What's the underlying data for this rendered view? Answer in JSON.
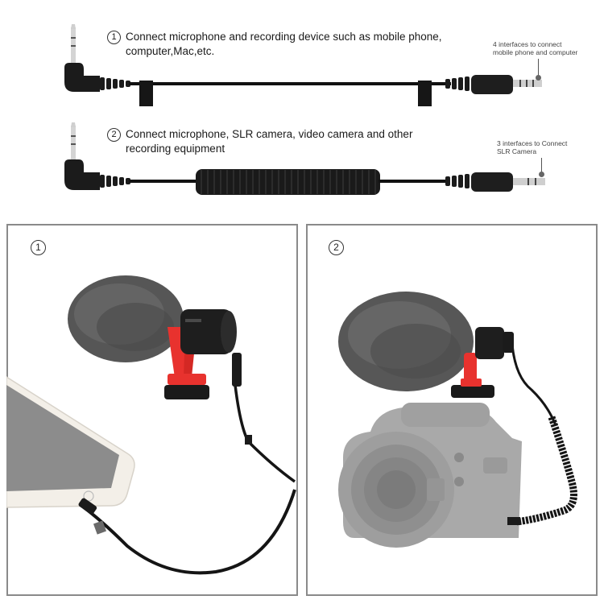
{
  "diagram": {
    "cables": [
      {
        "id": 1,
        "number": "1",
        "description_line1": "Connect microphone and recording device such as mobile phone,",
        "description_line2": "computer,Mac,etc.",
        "cable_type": "straight",
        "plug_end_label_line1": "4 interfaces to connect",
        "plug_end_label_line2": "mobile phone and computer",
        "plug_rings": 4
      },
      {
        "id": 2,
        "number": "2",
        "description_line1": "Connect microphone, SLR camera, video camera and other",
        "description_line2": "recording equipment",
        "cable_type": "coiled",
        "plug_end_label_line1": "3 interfaces to Connect",
        "plug_end_label_line2": "SLR Camera",
        "plug_rings": 3
      }
    ]
  },
  "panels": [
    {
      "number": "1",
      "scene": "microphone connected to smartphone via straight cable"
    },
    {
      "number": "2",
      "scene": "microphone mounted on DSLR camera via coiled cable"
    }
  ],
  "colors": {
    "panel_border": "#8a8a8a",
    "mount_red": "#e8322e",
    "cable_black": "#151515",
    "fur_gray": "#5a5a5a",
    "camera_gray": "#a9a9a9",
    "phone_screen": "#8c8c8c"
  }
}
